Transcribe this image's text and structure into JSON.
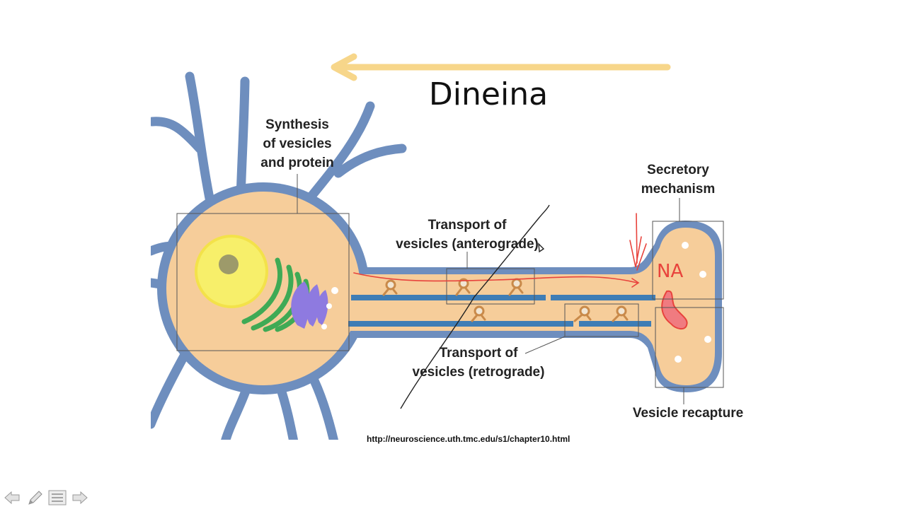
{
  "slide": {
    "title": "Dineina",
    "source_url": "http://neuroscience.uth.tmc.edu/s1/chapter10.html"
  },
  "diagram": {
    "labels": {
      "synthesis": [
        "Synthesis",
        "of vesicles",
        "and protein"
      ],
      "secretory": [
        "Secretory",
        "mechanism"
      ],
      "anterograde": [
        "Transport of",
        "vesicles (anterograde)"
      ],
      "retrograde": [
        "Transport of",
        "vesicles (retrograde)"
      ],
      "recapture": "Vesicle recapture"
    },
    "annotation": "NA"
  },
  "colors": {
    "arrow": "#F7D68A",
    "membrane": "#6E8EBE",
    "cytoplasm": "#F6CD9A",
    "nucleus": "#F7EF6A",
    "er": "#3FAA55",
    "golgi": "#8E7AE0",
    "microtubule": "#3F7DB5",
    "annotation": "#E8433C"
  },
  "toolbar": {
    "buttons": [
      "prev-arrow-icon",
      "pen-icon",
      "menu-icon",
      "next-arrow-icon"
    ]
  }
}
